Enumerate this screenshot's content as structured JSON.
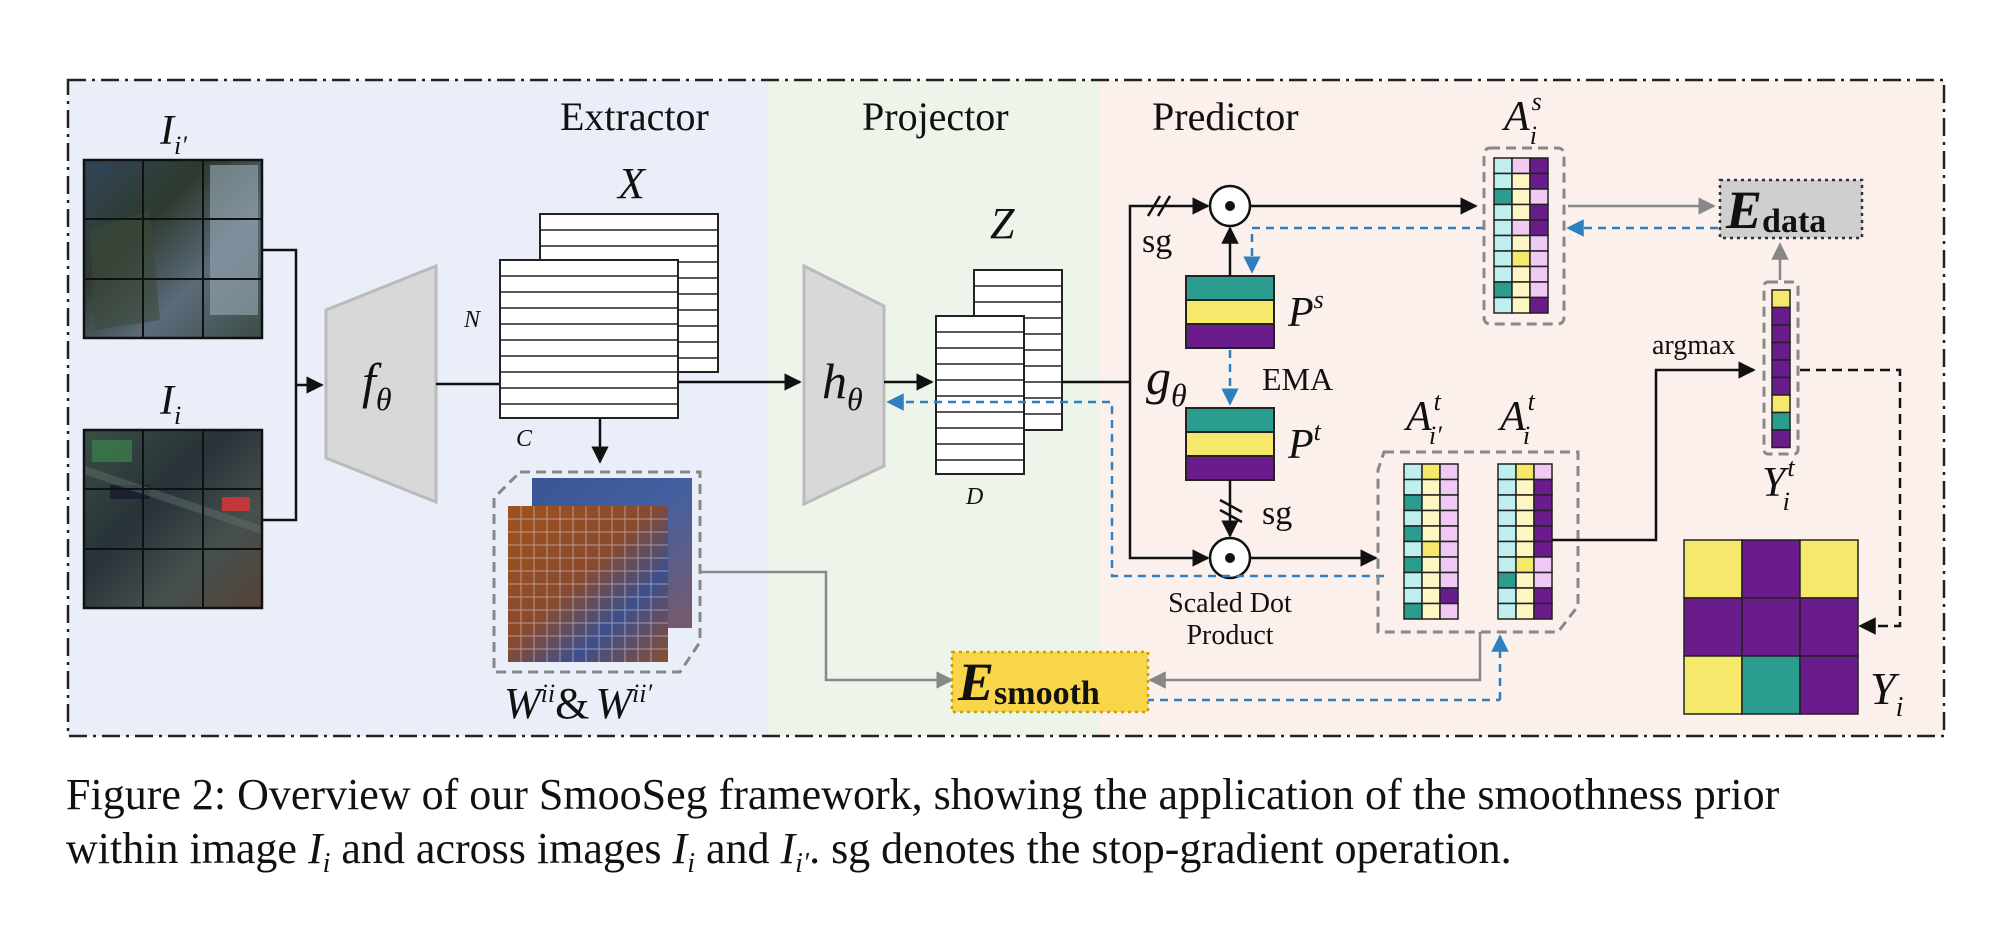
{
  "sections": {
    "extractor": "Extractor",
    "projector": "Projector",
    "predictor": "Predictor"
  },
  "inputs": {
    "image_a": {
      "base": "I",
      "sub": "i′"
    },
    "image_b": {
      "base": "I",
      "sub": "i"
    }
  },
  "modules": {
    "extractor_net": {
      "base": "f",
      "sub": "θ"
    },
    "projector_net": {
      "base": "h",
      "sub": "θ"
    },
    "predictor_net": {
      "base": "g",
      "sub": "θ"
    }
  },
  "features": {
    "x_label": "X",
    "n_label": "N",
    "c_label": "C",
    "z_label": "Z",
    "d_label": "D",
    "w_label_a": {
      "base": "W",
      "sup": "ii"
    },
    "w_amp": "&",
    "w_label_b": {
      "base": "W",
      "sup": "ii′"
    }
  },
  "prototypes": {
    "ps": {
      "base": "P",
      "sup": "s"
    },
    "pt": {
      "base": "P",
      "sup": "t"
    },
    "ema": "EMA",
    "sg_top": "sg",
    "sg_bottom": "sg",
    "dot_product_line1": "Scaled Dot",
    "dot_product_line2": "Product"
  },
  "assignments": {
    "as_label": {
      "base": "A",
      "sub": "i",
      "sup": "s"
    },
    "at_prime_label": {
      "base": "A",
      "sub": "i′",
      "sup": "t"
    },
    "at_label": {
      "base": "A",
      "sub": "i",
      "sup": "t"
    },
    "yt_label": {
      "base": "Y",
      "sub": "i",
      "sup": "t"
    },
    "argmax": "argmax",
    "yi_label": {
      "base": "Y",
      "sub": "i"
    }
  },
  "losses": {
    "data": {
      "base": "E",
      "sub": "data"
    },
    "smooth": {
      "base": "E",
      "sub": "smooth"
    }
  },
  "colors": {
    "teal": "#2a9d8f",
    "yellow": "#f6e86a",
    "purple": "#6a1b8c",
    "light_cyan": "#bfeeee",
    "light_pink": "#f1c9f5",
    "light_yellow": "#fdf6c2",
    "extractor_bg": "#e9eef8",
    "projector_bg": "#edf4ea",
    "predictor_bg": "#fbf0ec",
    "blue_arrow": "#2f7fc1"
  },
  "caption": {
    "fig": "Figure 2:",
    "text1": "Overview of our SmooSeg framework, showing the application of the smoothness prior",
    "text2a": "within image",
    "text2b": "and across images",
    "text2c": "and",
    "text2d": ". sg denotes the stop-gradient operation.",
    "var_base": "I",
    "var_sub_i": "i",
    "var_sub_iprime": "i′"
  },
  "matrices": {
    "as_grid": [
      [
        "#bfeeee",
        "#f1c9f5",
        "#6a1b8c"
      ],
      [
        "#bfeeee",
        "#fdf6c2",
        "#6a1b8c"
      ],
      [
        "#2a9d8f",
        "#fdf6c2",
        "#f1c9f5"
      ],
      [
        "#bfeeee",
        "#fdf6c2",
        "#6a1b8c"
      ],
      [
        "#bfeeee",
        "#f1c9f5",
        "#6a1b8c"
      ],
      [
        "#bfeeee",
        "#fdf6c2",
        "#f1c9f5"
      ],
      [
        "#bfeeee",
        "#f6e86a",
        "#f1c9f5"
      ],
      [
        "#bfeeee",
        "#fdf6c2",
        "#f1c9f5"
      ],
      [
        "#2a9d8f",
        "#fdf6c2",
        "#f1c9f5"
      ],
      [
        "#bfeeee",
        "#fdf6c2",
        "#6a1b8c"
      ]
    ],
    "atp_grid": [
      [
        "#bfeeee",
        "#f6e86a",
        "#f1c9f5"
      ],
      [
        "#bfeeee",
        "#fdf6c2",
        "#f1c9f5"
      ],
      [
        "#2a9d8f",
        "#fdf6c2",
        "#f1c9f5"
      ],
      [
        "#bfeeee",
        "#fdf6c2",
        "#f1c9f5"
      ],
      [
        "#2a9d8f",
        "#fdf6c2",
        "#f1c9f5"
      ],
      [
        "#bfeeee",
        "#f6e86a",
        "#f1c9f5"
      ],
      [
        "#2a9d8f",
        "#fdf6c2",
        "#f1c9f5"
      ],
      [
        "#bfeeee",
        "#fdf6c2",
        "#f1c9f5"
      ],
      [
        "#bfeeee",
        "#fdf6c2",
        "#6a1b8c"
      ],
      [
        "#2a9d8f",
        "#fdf6c2",
        "#f1c9f5"
      ]
    ],
    "at_grid": [
      [
        "#bfeeee",
        "#f6e86a",
        "#f1c9f5"
      ],
      [
        "#bfeeee",
        "#fdf6c2",
        "#6a1b8c"
      ],
      [
        "#bfeeee",
        "#fdf6c2",
        "#6a1b8c"
      ],
      [
        "#bfeeee",
        "#fdf6c2",
        "#6a1b8c"
      ],
      [
        "#bfeeee",
        "#fdf6c2",
        "#6a1b8c"
      ],
      [
        "#bfeeee",
        "#fdf6c2",
        "#6a1b8c"
      ],
      [
        "#bfeeee",
        "#f6e86a",
        "#f1c9f5"
      ],
      [
        "#2a9d8f",
        "#fdf6c2",
        "#f1c9f5"
      ],
      [
        "#bfeeee",
        "#fdf6c2",
        "#6a1b8c"
      ],
      [
        "#bfeeee",
        "#fdf6c2",
        "#6a1b8c"
      ]
    ],
    "yt_vector": [
      "#f6e86a",
      "#6a1b8c",
      "#6a1b8c",
      "#6a1b8c",
      "#6a1b8c",
      "#6a1b8c",
      "#f6e86a",
      "#2a9d8f",
      "#6a1b8c"
    ],
    "yi_grid": [
      [
        "#f6e86a",
        "#6a1b8c",
        "#f6e86a"
      ],
      [
        "#6a1b8c",
        "#6a1b8c",
        "#6a1b8c"
      ],
      [
        "#f6e86a",
        "#2a9d8f",
        "#6a1b8c"
      ]
    ]
  }
}
